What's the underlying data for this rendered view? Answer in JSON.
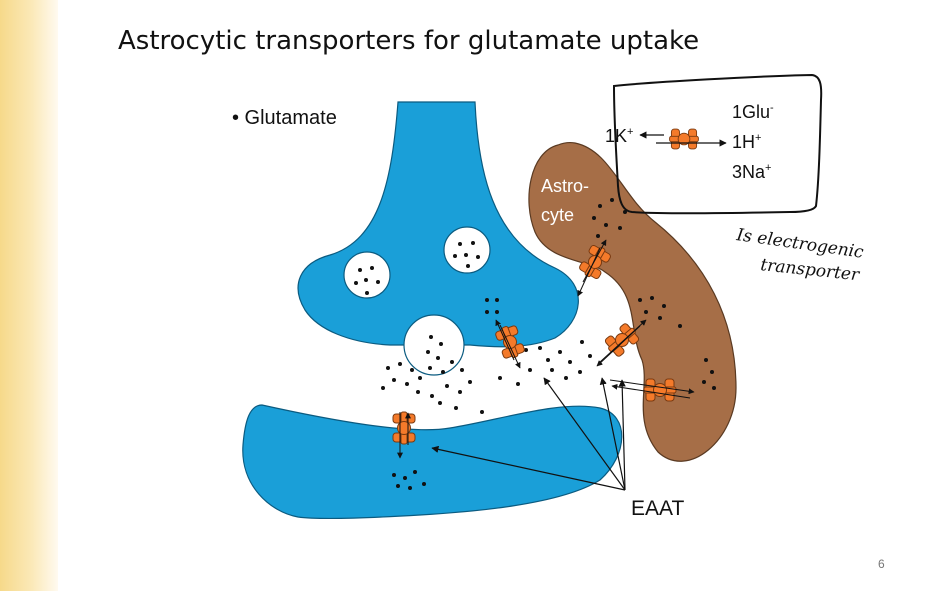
{
  "slide": {
    "title": "Astrocytic transporters for glutamate uptake",
    "bullet": "• Glutamate",
    "page_number": "6"
  },
  "diagram": {
    "astrocyte_label_line1": "Astro-",
    "astrocyte_label_line2": "cyte",
    "transporter_label": "EAAT",
    "inset": {
      "left_ion": "1K",
      "left_ion_charge": "+",
      "right_ions": [
        {
          "text": "1Glu",
          "charge": "-"
        },
        {
          "text": "1H",
          "charge": "+"
        },
        {
          "text": "3Na",
          "charge": "+"
        }
      ]
    },
    "handwritten_note_line1": "Is electrogenic",
    "handwritten_note_line2": "transporter"
  },
  "colors": {
    "neuron_blue": "#1a9fd8",
    "astrocyte_brown": "#a66e47",
    "transporter_orange": "#f47a2a",
    "side_band": "#f6d98a"
  },
  "icons": [
    "transporter-icon",
    "glutamate-dot",
    "arrow"
  ]
}
